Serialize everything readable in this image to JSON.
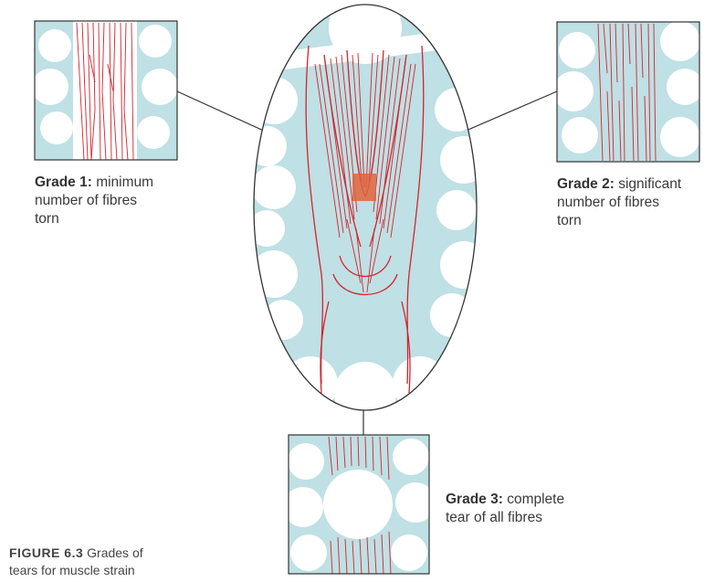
{
  "grades": [
    {
      "id": "grade-1",
      "title": "Grade 1:",
      "desc": [
        "minimum",
        "number of fibres",
        "torn"
      ]
    },
    {
      "id": "grade-2",
      "title": "Grade 2:",
      "desc": [
        "significant",
        "number of fibres",
        "torn"
      ]
    },
    {
      "id": "grade-3",
      "title": "Grade 3:",
      "desc": [
        "complete",
        "tear of all fibres"
      ]
    }
  ],
  "caption": {
    "figure": "FIGURE 6.3",
    "text_line1": "Grades of",
    "text_line2": "tears for muscle strain"
  },
  "colors": {
    "panel_bg": "#bfe0e4",
    "fibre": "#d4232c",
    "tear_highlight": "#e0643c",
    "line": "#333333",
    "cloud": "#ffffff"
  }
}
